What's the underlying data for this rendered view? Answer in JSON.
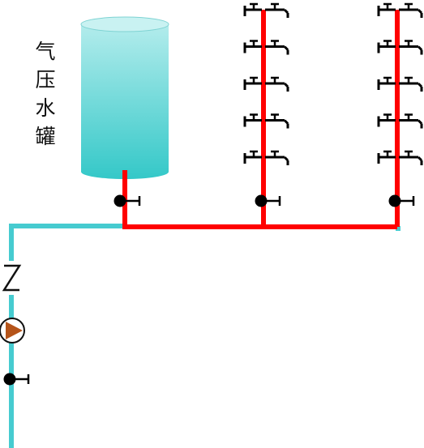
{
  "tank": {
    "label_chars": [
      "气",
      "压",
      "水",
      "罐"
    ],
    "fill_top": "#b3ecec",
    "fill_bottom": "#34c8c8"
  },
  "colors": {
    "supply_pipe": "#46cbd0",
    "riser_pipe": "#ff0000",
    "pump_fill": "#b5541a",
    "fixture": "#000000"
  },
  "risers": [
    {
      "fixtures_per_side": 5
    },
    {
      "fixtures_per_side": 5
    }
  ],
  "icons": [
    "check-valve-icon",
    "pump-icon",
    "gate-valve-icon",
    "faucet-icon"
  ]
}
